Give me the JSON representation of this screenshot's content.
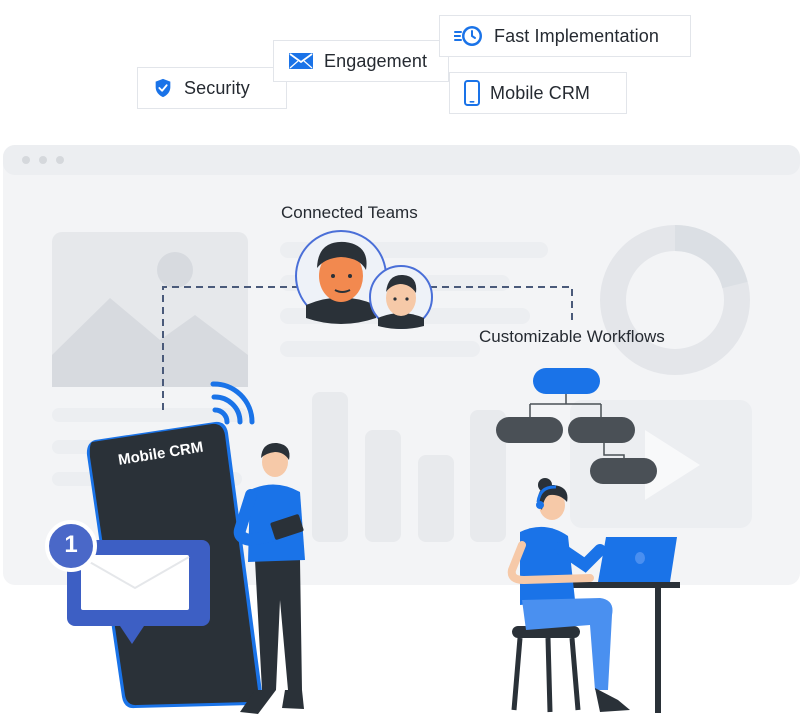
{
  "tags": {
    "security": "Security",
    "engagement": "Engagement",
    "fast_implementation": "Fast Implementation",
    "mobile_crm": "Mobile CRM"
  },
  "labels": {
    "connected_teams": "Connected Teams",
    "customizable_workflows": "Customizable Workflows",
    "phone_screen": "Mobile CRM",
    "notification_count": "1"
  },
  "icons": {
    "security": "shield-check-icon",
    "engagement": "envelope-icon",
    "fast_implementation": "fast-clock-icon",
    "mobile_crm": "smartphone-icon"
  },
  "colors": {
    "primary": "#1a73e8",
    "dark": "#2a3138",
    "node_gray": "#4a5056",
    "background_panel": "#f4f5f7"
  }
}
